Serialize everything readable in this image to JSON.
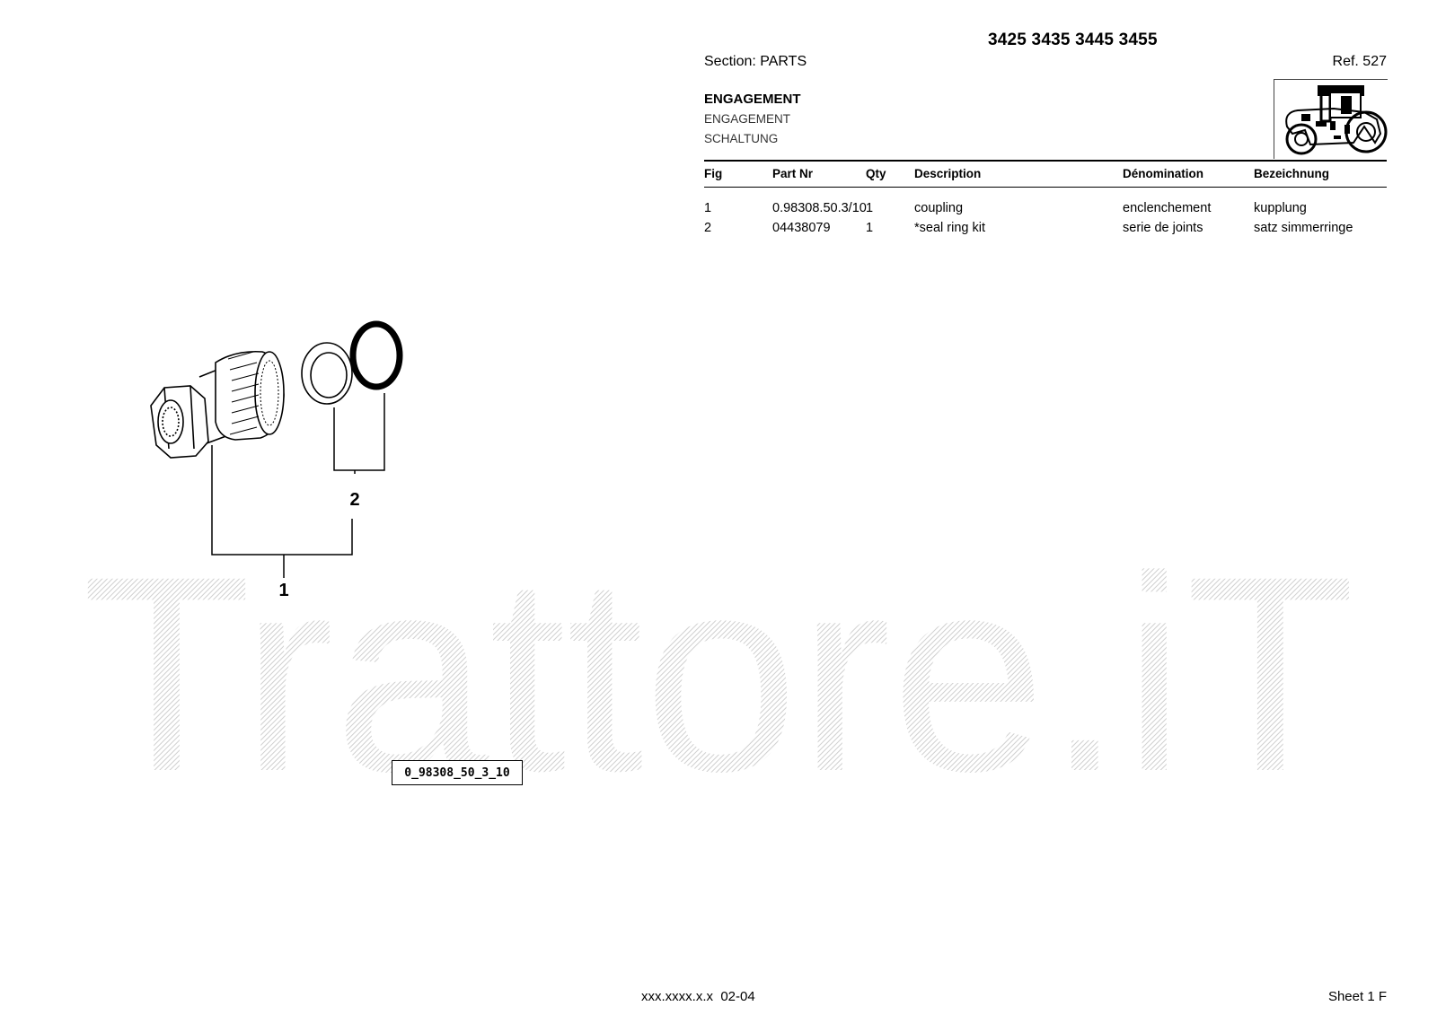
{
  "header": {
    "models": "3425 3435 3445 3455",
    "section": "Section: PARTS",
    "ref": "Ref. 527"
  },
  "group": {
    "title": "ENGAGEMENT",
    "title_fr": "ENGAGEMENT",
    "title_de": "SCHALTUNG"
  },
  "table": {
    "columns": [
      "Fig",
      "Part Nr",
      "Qty",
      "Description",
      "Dénomination",
      "Bezeichnung"
    ],
    "rows": [
      {
        "fig": "1",
        "part_nr": "0.98308.50.3/10",
        "qty": "1",
        "description": "coupling",
        "denomination": "enclenchement",
        "bezeichnung": "kupplung"
      },
      {
        "fig": "2",
        "part_nr": "04438079",
        "qty": "1",
        "description": "*seal ring kit",
        "denomination": "serie de joints",
        "bezeichnung": "satz simmerringe"
      }
    ]
  },
  "drawing": {
    "callouts": [
      "1",
      "2"
    ],
    "figure_id": "0_98308_50_3_10",
    "watermark": "Trattore.iT"
  },
  "footer": {
    "code": "xxx.xxxx.x.x  02-04",
    "sheet": "Sheet 1 F"
  },
  "icons": {
    "tractor": "tractor-thumbnail-icon"
  }
}
